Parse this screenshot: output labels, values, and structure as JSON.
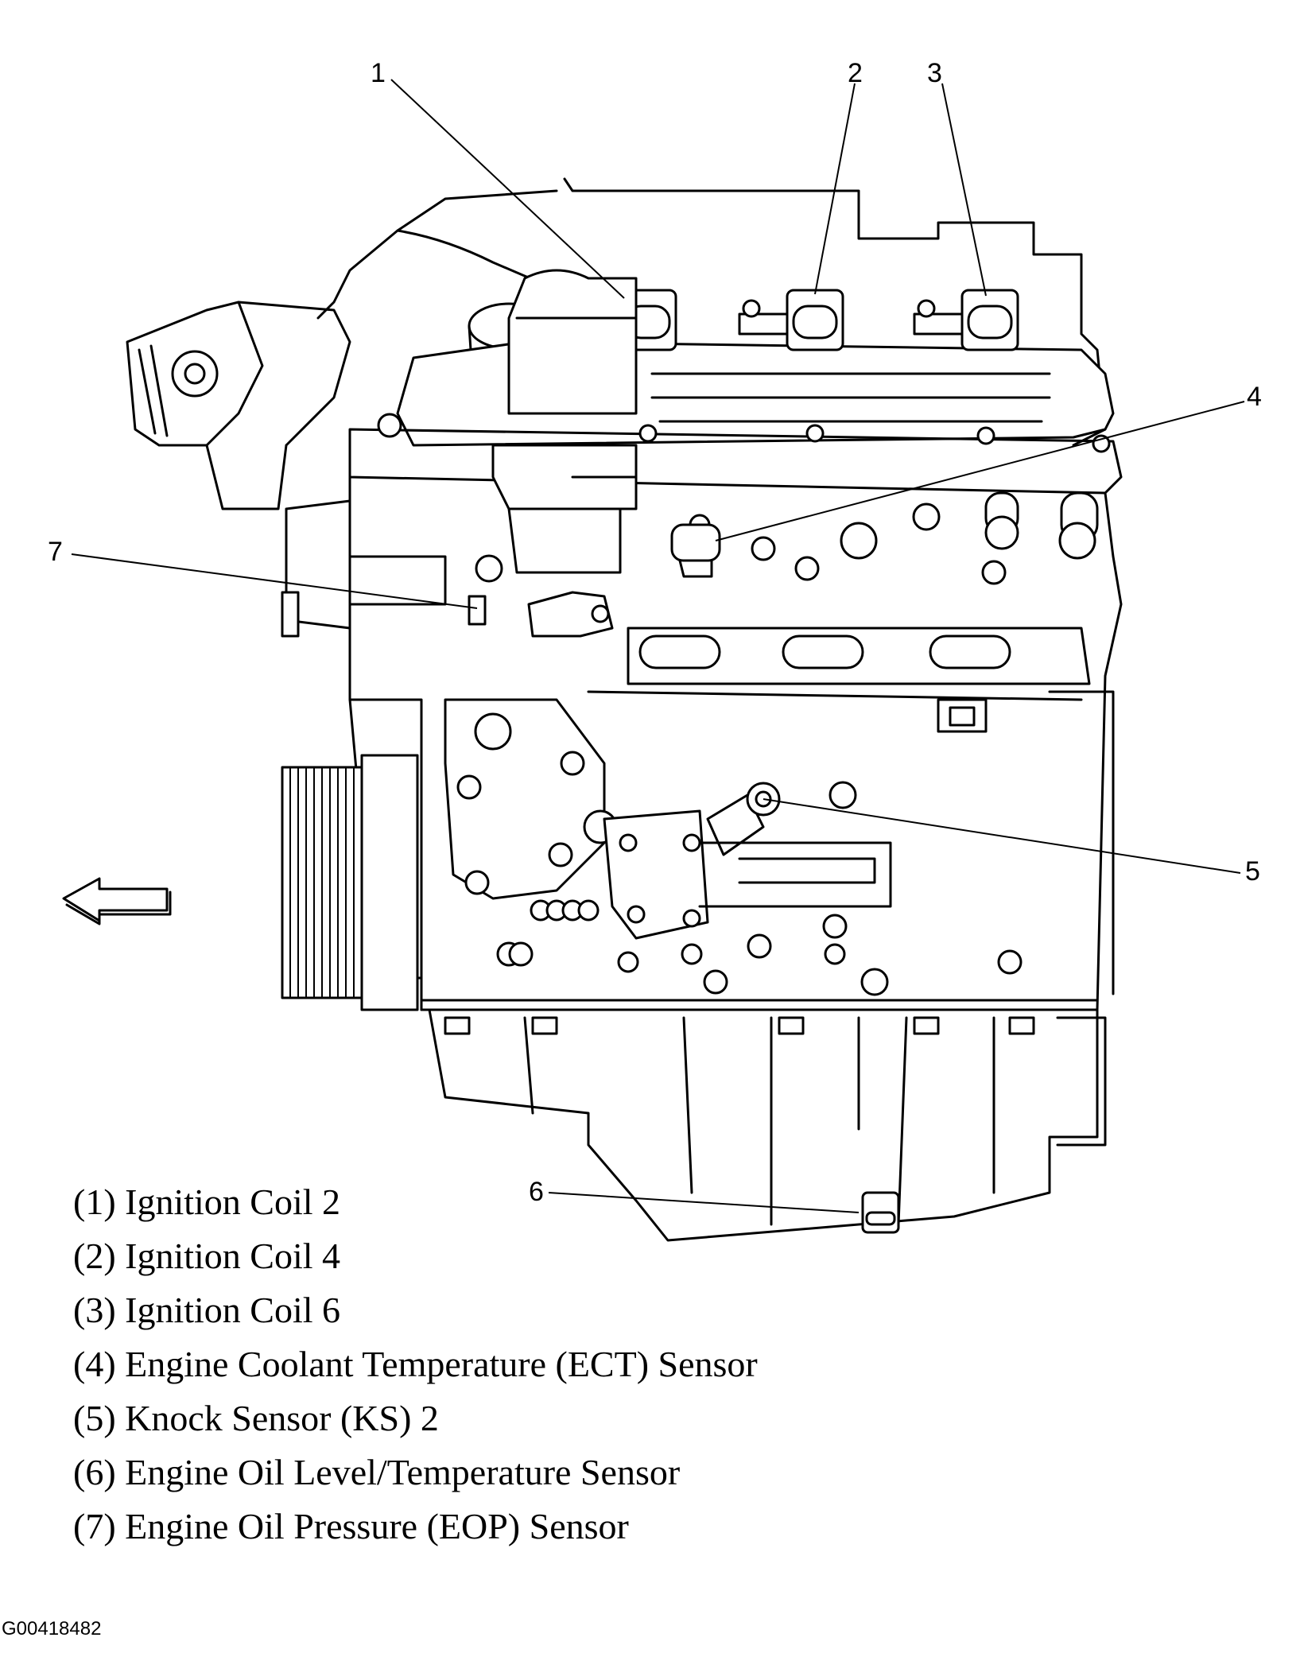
{
  "callouts": [
    {
      "num": "1"
    },
    {
      "num": "2"
    },
    {
      "num": "3"
    },
    {
      "num": "4"
    },
    {
      "num": "5"
    },
    {
      "num": "6"
    },
    {
      "num": "7"
    }
  ],
  "legend": [
    {
      "text": "(1) Ignition Coil 2"
    },
    {
      "text": "(2) Ignition Coil 4"
    },
    {
      "text": "(3) Ignition Coil 6"
    },
    {
      "text": "(4) Engine Coolant Temperature (ECT) Sensor"
    },
    {
      "text": "(5) Knock Sensor (KS) 2"
    },
    {
      "text": "(6) Engine Oil Level/Temperature Sensor"
    },
    {
      "text": "(7) Engine Oil Pressure (EOP) Sensor"
    }
  ],
  "figure_id": "G00418482",
  "direction_arrow": "arrow-left-icon"
}
